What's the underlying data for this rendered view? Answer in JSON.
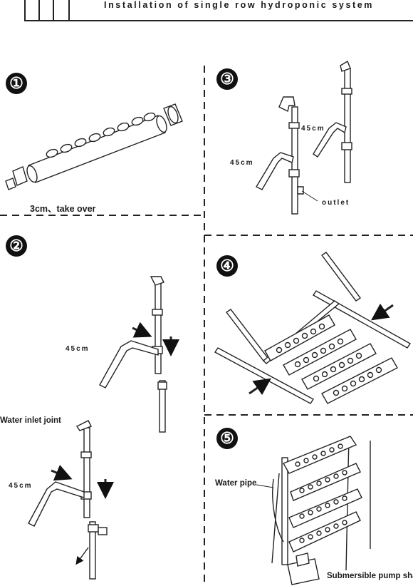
{
  "title": "Installation of single row hydroponic system",
  "colors": {
    "line": "#222222",
    "pipe_fill": "#ffffff",
    "badge": "#111111"
  },
  "steps": [
    {
      "number": "①",
      "labels": {
        "note": "3cm、take over"
      }
    },
    {
      "number": "②",
      "labels": {
        "len_a": "45cm",
        "inlet": "Water inlet joint",
        "len_b": "45cm"
      }
    },
    {
      "number": "③",
      "labels": {
        "len_a": "45cm",
        "len_b": "45cm",
        "outlet": "outlet"
      }
    },
    {
      "number": "④",
      "labels": {}
    },
    {
      "number": "⑤",
      "labels": {
        "pipe": "Water pipe",
        "pump": "Submersible pump sha"
      }
    }
  ]
}
